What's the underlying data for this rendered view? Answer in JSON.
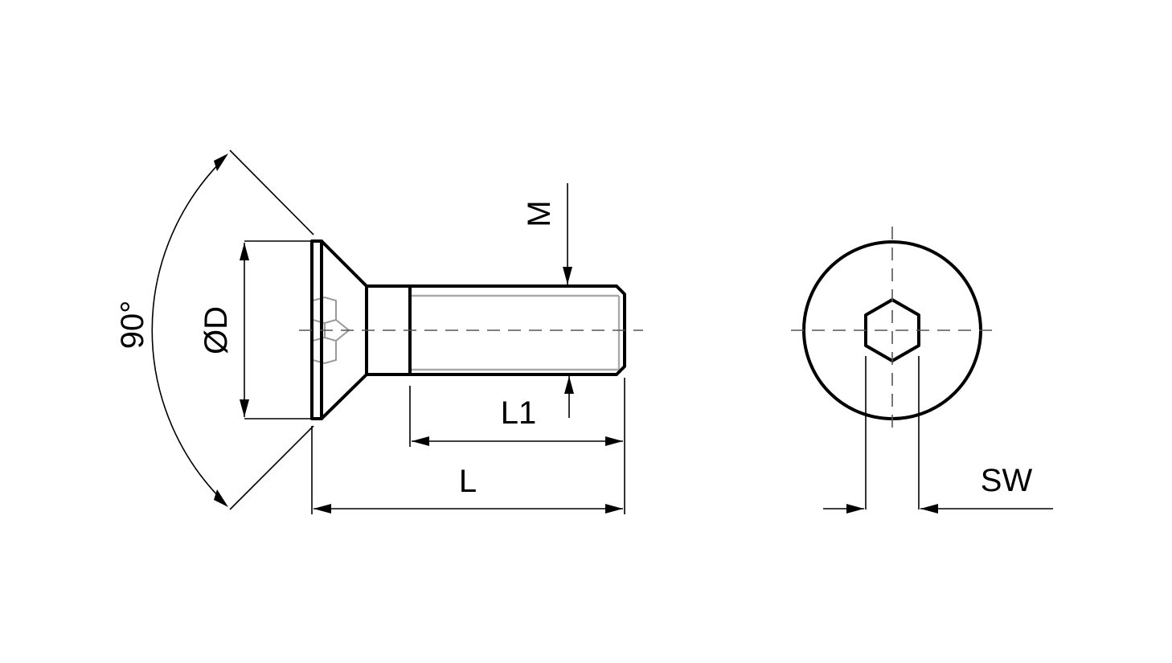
{
  "labels": {
    "angle": "90°",
    "diameter": "ØD",
    "thread": "M",
    "thread_length": "L1",
    "length": "L",
    "wrench_size": "SW"
  }
}
